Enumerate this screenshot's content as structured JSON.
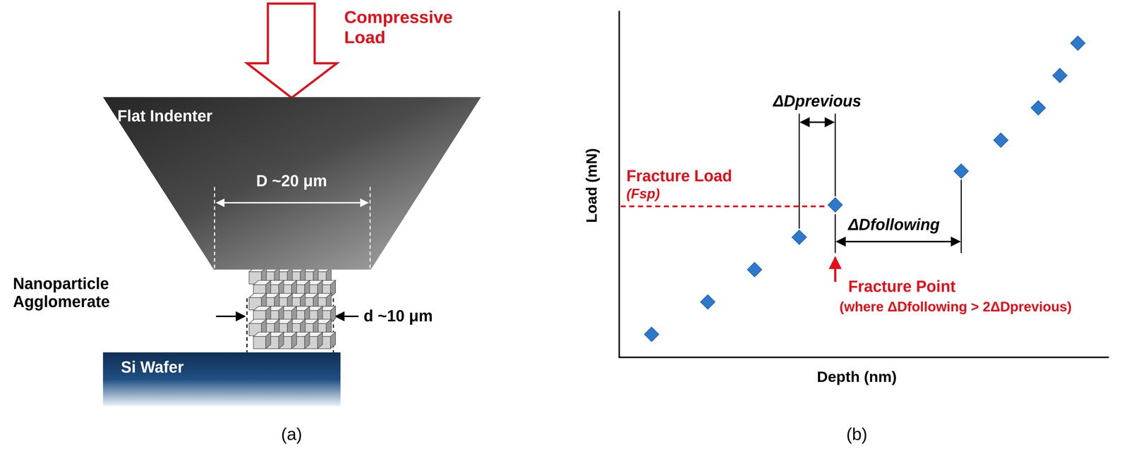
{
  "diagram": {
    "nodes": [
      {
        "text": [
          "Flat Indenter",
          "D ~20 μm"
        ]
      },
      {
        "text": [
          "Si Wafer"
        ]
      }
    ],
    "labels": [
      "Compressive Load",
      "Nanoparticle Agglomerate",
      "d ~10 μm",
      "(a)",
      "Load (mN)",
      "Depth (nm)",
      "ΔDprevious",
      "Fracture Load",
      "(Fsp)",
      "ΔDfollowing",
      "Fracture Point",
      "(where ΔDfollowing > 2ΔDprevious)",
      "(b)"
    ]
  }
}
